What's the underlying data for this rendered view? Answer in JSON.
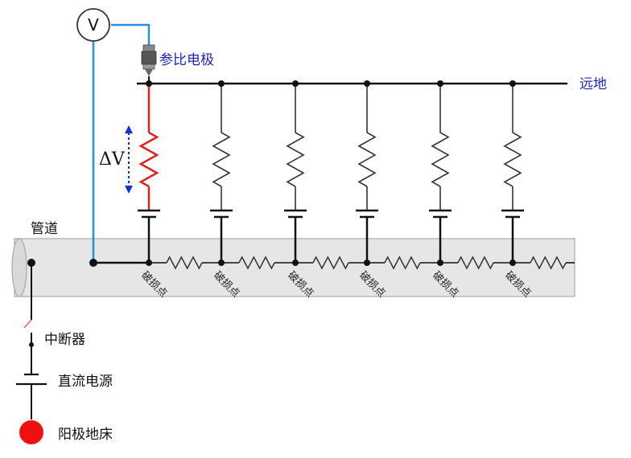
{
  "labels": {
    "voltmeter": "V",
    "reference_electrode": "参比电极",
    "remote_earth": "远地",
    "delta_v": "ΔV",
    "pipeline": "管道",
    "interrupter": "中断器",
    "dc_power": "直流电源",
    "anode_bed": "阳极地床"
  },
  "defects": [
    "破损点",
    "破损点",
    "破损点",
    "破损点",
    "破损点",
    "破损点"
  ],
  "colors": {
    "wire_blue": "#2b8fd6",
    "highlight_red": "#e02020",
    "arrow_blue": "#1530d8",
    "label_blue": "#2222cc",
    "pipe_fill": "#e6e6e6",
    "anode_red": "#ee1111"
  }
}
